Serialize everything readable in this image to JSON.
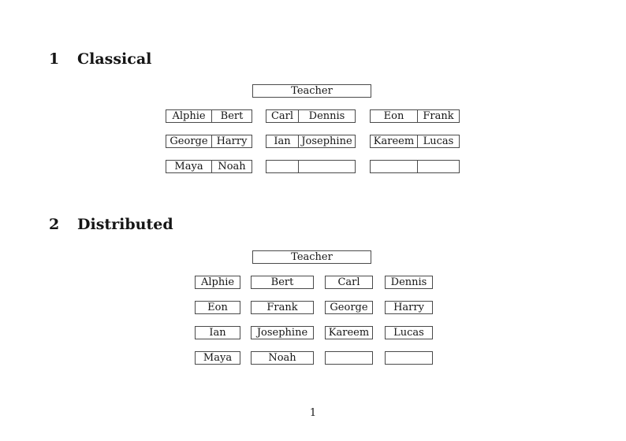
{
  "classical": {
    "heading_number": "1",
    "heading_title": "Classical",
    "teacher_label": "Teacher",
    "desks": [
      {
        "left": "Alphie",
        "right": "Bert"
      },
      {
        "left": "Carl",
        "right": "Dennis"
      },
      {
        "left": "Eon",
        "right": "Frank"
      },
      {
        "left": "George",
        "right": "Harry"
      },
      {
        "left": "Ian",
        "right": "Josephine"
      },
      {
        "left": "Kareem",
        "right": "Lucas"
      },
      {
        "left": "Maya",
        "right": "Noah"
      },
      {
        "left": "",
        "right": ""
      },
      {
        "left": "",
        "right": ""
      }
    ]
  },
  "distributed": {
    "heading_number": "2",
    "heading_title": "Distributed",
    "teacher_label": "Teacher",
    "seats": [
      "Alphie",
      "Bert",
      "Carl",
      "Dennis",
      "Eon",
      "Frank",
      "George",
      "Harry",
      "Ian",
      "Josephine",
      "Kareem",
      "Lucas",
      "Maya",
      "Noah",
      "",
      ""
    ]
  },
  "footer": {
    "page_number": "1"
  },
  "colors": {
    "border": "#4a4a4a",
    "text": "#151515",
    "background": "#ffffff"
  }
}
